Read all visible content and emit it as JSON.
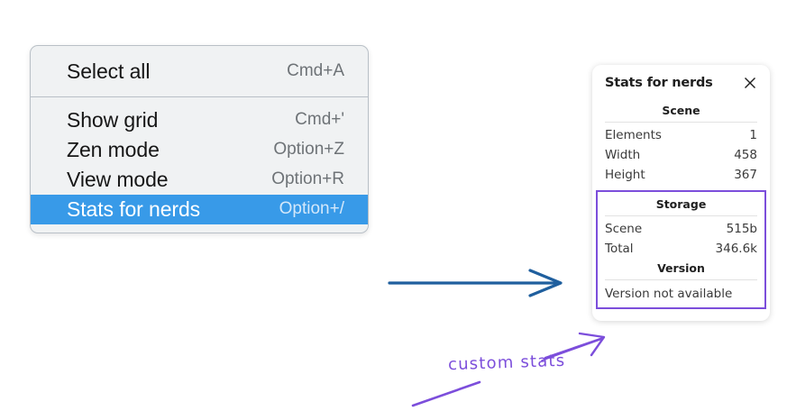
{
  "context_menu": {
    "sections": [
      {
        "items": [
          {
            "label": "Select all",
            "shortcut": "Cmd+A",
            "selected": false
          }
        ]
      },
      {
        "items": [
          {
            "label": "Show grid",
            "shortcut": "Cmd+'",
            "selected": false
          },
          {
            "label": "Zen mode",
            "shortcut": "Option+Z",
            "selected": false
          },
          {
            "label": "View mode",
            "shortcut": "Option+R",
            "selected": false
          },
          {
            "label": "Stats for nerds",
            "shortcut": "Option+/",
            "selected": true
          }
        ]
      }
    ]
  },
  "stats_panel": {
    "title": "Stats for nerds",
    "close_icon": "close-icon",
    "scene": {
      "heading": "Scene",
      "rows": [
        {
          "key": "Elements",
          "value": "1"
        },
        {
          "key": "Width",
          "value": "458"
        },
        {
          "key": "Height",
          "value": "367"
        }
      ]
    },
    "storage": {
      "heading": "Storage",
      "rows": [
        {
          "key": "Scene",
          "value": "515b"
        },
        {
          "key": "Total",
          "value": "346.6k"
        }
      ]
    },
    "version": {
      "heading": "Version",
      "text": "Version not available"
    }
  },
  "annotations": {
    "handwritten_note": "custom stats",
    "blue_arrow_color": "#1f5f9e",
    "purple_color": "#7c4edb",
    "highlight_color": "#389ae8"
  }
}
